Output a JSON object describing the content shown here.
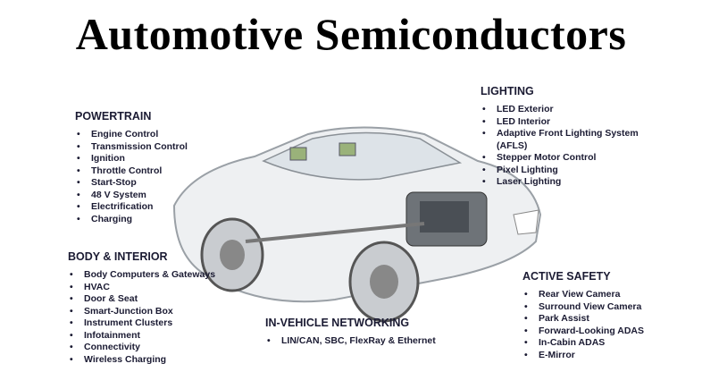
{
  "title": "Automotive Semiconductors",
  "powertrain": {
    "heading": "POWERTRAIN",
    "items": [
      "Engine Control",
      "Transmission Control",
      "Ignition",
      "Throttle Control",
      "Start-Stop",
      "48 V System",
      "Electrification",
      "Charging"
    ]
  },
  "lighting": {
    "heading": "LIGHTING",
    "items": [
      "LED Exterior",
      "LED Interior",
      "Adaptive Front Lighting System",
      "(AFLS)",
      "Stepper Motor Control",
      "Pixel Lighting",
      "Laser Lighting"
    ]
  },
  "body": {
    "heading": "BODY & INTERIOR",
    "items": [
      "Body Computers & Gateways",
      "HVAC",
      "Door & Seat",
      "Smart-Junction Box",
      "Instrument Clusters",
      "Infotainment",
      "Connectivity",
      "Wireless Charging"
    ]
  },
  "networking": {
    "heading": "IN-VEHICLE NETWORKING",
    "items": [
      "LIN/CAN, SBC, FlexRay & Ethernet"
    ]
  },
  "safety": {
    "heading": "ACTIVE SAFETY",
    "items": [
      "Rear View Camera",
      "Surround View Camera",
      "Park Assist",
      "Forward-Looking ADAS",
      "In-Cabin ADAS",
      "E-Mirror"
    ]
  }
}
